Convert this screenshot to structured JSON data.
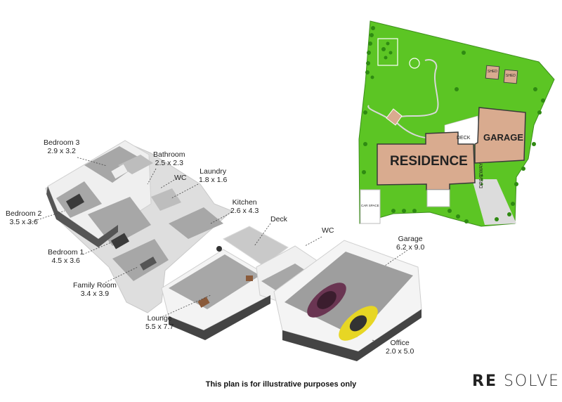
{
  "rooms": {
    "bedroom3": {
      "name": "Bedroom 3",
      "size": "2.9 x 3.2"
    },
    "bathroom": {
      "name": "Bathroom",
      "size": "2.5 x 2.3"
    },
    "wc1": {
      "name": "WC"
    },
    "laundry": {
      "name": "Laundry",
      "size": "1.8 x 1.6"
    },
    "bedroom2": {
      "name": "Bedroom 2",
      "size": "3.5 x 3.6"
    },
    "kitchen": {
      "name": "Kitchen",
      "size": "2.6 x 4.3"
    },
    "deck": {
      "name": "Deck"
    },
    "wc2": {
      "name": "WC"
    },
    "garage": {
      "name": "Garage",
      "size": "6.2 x 9.0"
    },
    "bedroom1": {
      "name": "Bedroom 1",
      "size": "4.5 x 3.6"
    },
    "family": {
      "name": "Family Room",
      "size": "3.4 x 3.9"
    },
    "lounge": {
      "name": "Lounge",
      "size": "5.5 x 7.7"
    },
    "office": {
      "name": "Office",
      "size": "2.0 x 5.0"
    }
  },
  "site_plan": {
    "residence": "RESIDENCE",
    "garage": "GARAGE",
    "deck": "DECK",
    "driveway": "DRIVEWAY",
    "carspace": "CAR SPACE",
    "shed1": "SHED",
    "shed2": "SHED"
  },
  "disclaimer": "This plan is for illustrative purposes only",
  "logo": {
    "left": "RE",
    "right": "SOLVE"
  },
  "colors": {
    "lawn": "#5cc524",
    "lawn_dark": "#3a9a12",
    "building": "#d9ab8f",
    "floor": "#a7a7a7",
    "wall": "#ffffff"
  }
}
